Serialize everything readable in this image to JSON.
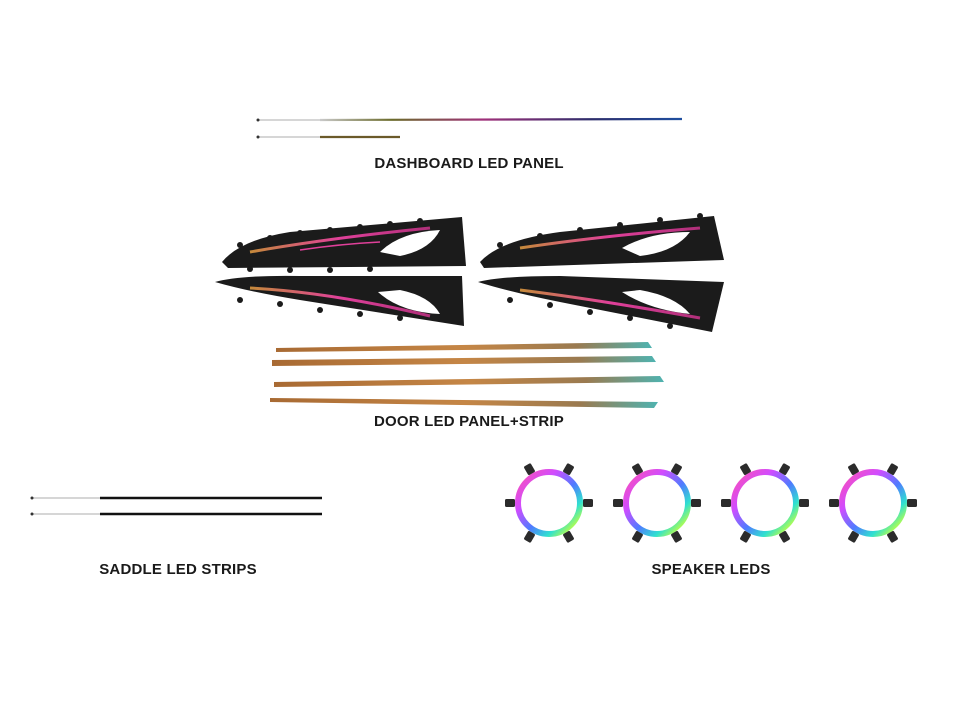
{
  "labels": {
    "dashboard": "DASHBOARD LED PANEL",
    "door": "DOOR LED PANEL+STRIP",
    "saddle": "SADDLE LED STRIPS",
    "speaker": "SPEAKER LEDS"
  },
  "colors": {
    "panel_body": "#1b1b1b",
    "strip_copper": "#b9773c",
    "cable": "#111111",
    "accent_pink": "#e0409a"
  },
  "speaker_rings": 4,
  "icons": [
    "dashboard-led-strip-icon",
    "door-led-panel-icon",
    "door-led-strip-icon",
    "saddle-led-strip-icon",
    "speaker-led-ring-icon"
  ]
}
